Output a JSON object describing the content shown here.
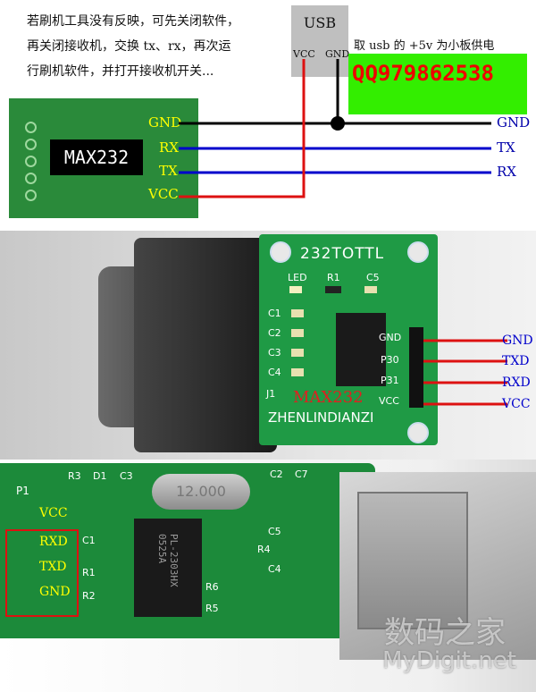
{
  "top": {
    "note_line1": "若刷机工具没有反映，可先关闭软件，",
    "note_line2": "再关闭接收机，交换 tx、rx，再次运",
    "note_line3": "行刷机软件，并打开接收机开关...",
    "usb_label": "USB",
    "usb_vcc": "VCC",
    "usb_gnd": "GND",
    "power_note": "取 usb 的 +5v 为小板供电",
    "qq": "QQ979862538",
    "chip": "MAX232",
    "board_pins": [
      "GND",
      "RX",
      "TX",
      "VCC"
    ],
    "right_labels": [
      "GND",
      "TX",
      "RX"
    ]
  },
  "middle": {
    "board_title": "232TOTTL",
    "led": "LED",
    "r1": "R1",
    "c5": "C5",
    "caps": [
      "C1",
      "C2",
      "C3",
      "C4"
    ],
    "j1": "J1",
    "chip_text": "MAX232",
    "brand": "ZHENLINDIANZI",
    "board_pins": [
      "GND",
      "P30",
      "P31",
      "VCC"
    ],
    "wire_labels": [
      "GND",
      "TXD",
      "RXD",
      "VCC"
    ]
  },
  "bottom": {
    "p1": "P1",
    "pins": [
      "VCC",
      "RXD",
      "TXD",
      "GND"
    ],
    "crystal": "12.000",
    "chip_line1": "PL-2303HX",
    "chip_line2": "0525A",
    "silk": [
      "R3",
      "D1",
      "C3",
      "C1",
      "R1",
      "R2",
      "C2",
      "C7",
      "C5",
      "R4",
      "C4",
      "R6",
      "R5"
    ],
    "watermark_cn": "数码之家",
    "watermark_en": "MyDigit.net"
  },
  "colors": {
    "pcb": "#2a8a3a",
    "gnd_wire": "#000000",
    "data_wire": "#0000cc",
    "vcc_wire": "#dd1111",
    "qq_box": "#33ee00",
    "qq_text": "#ee0000"
  }
}
